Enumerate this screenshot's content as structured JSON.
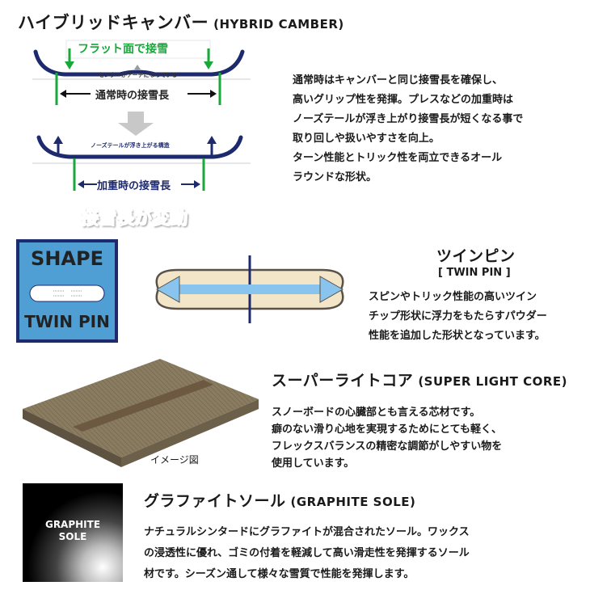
{
  "hybrid": {
    "title": "ハイブリッドキャンバー",
    "title_en": "(HYBRID CAMBER)",
    "flat_label": "フラット面で接雪",
    "center_note": "センターがアーチになっている",
    "normal_contact": "通常時の接雪長",
    "nose_tail_note": "ノーズテールが浮き上がる構造",
    "loaded_contact": "加重時の接雪長",
    "variable_text": "接雪長が変動",
    "description": [
      "通常時はキャンバーと同じ接雪長を確保し、",
      "高いグリップ性を発揮。プレスなどの加重時は",
      "ノーズテールが浮き上がり接雪長が短くなる事で",
      "取り回しや扱いやすさを向上。",
      "ターン性能とトリック性を両立できるオール",
      "ラウンドな形状。"
    ]
  },
  "shape": {
    "badge_title": "SHAPE",
    "badge_sub": "TWIN PIN",
    "title": "ツインピン",
    "title_en": "[ TWIN PIN ]",
    "description": [
      "スピンやトリック性能の高いツイン",
      "チップ形状に浮力をもたらすパウダー",
      "性能を追加した形状となっています。"
    ]
  },
  "core": {
    "title": "スーパーライトコア",
    "title_en": "(SUPER LIGHT CORE)",
    "image_caption": "イメージ図",
    "description": [
      "スノーボードの心臓部とも言える芯材です。",
      "癖のない滑り心地を実現するためにとても軽く、",
      "フレックスバランスの精密な調節がしやすい物を",
      "使用しています。"
    ]
  },
  "sole": {
    "badge_label_1": "GRAPHITE",
    "badge_label_2": "SOLE",
    "title": "グラファイトソール",
    "title_en": "(GRAPHITE SOLE)",
    "description": [
      "ナチュラルシンタードにグラファイトが混合されたソール。ワックス",
      "の浸透性に優れ、ゴミの付着を軽減して高い滑走性を発揮するソール",
      "材です。シーズン通して様々な雪質で性能を発揮します。"
    ]
  },
  "colors": {
    "green": "#19a83a",
    "navy": "#1d2a6e",
    "red": "#e8332a",
    "badge_blue": "#4f9fd4",
    "board_fill": "#f3e6c8",
    "core_brown": "#6d5842"
  }
}
